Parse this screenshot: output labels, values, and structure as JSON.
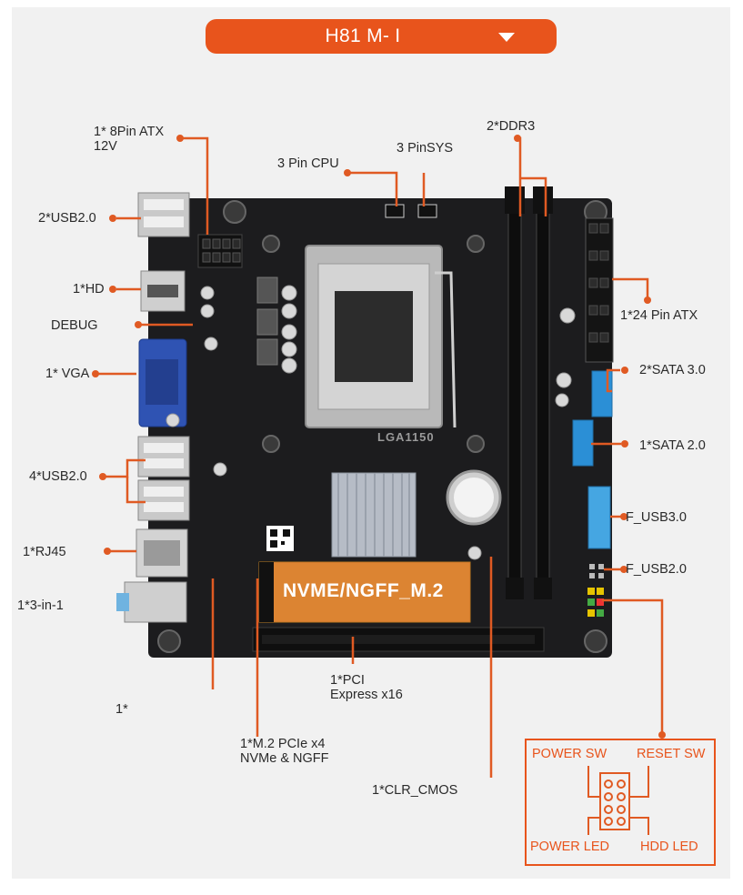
{
  "header": {
    "title": "H81 M- I",
    "accent_color": "#e8541c"
  },
  "labels": {
    "atx8_line1": "1* 8Pin ATX",
    "atx8_line2": "12V",
    "cpu_fan": "3 Pin CPU",
    "sys_fan": "3 PinSYS",
    "ddr3": "2*DDR3",
    "usb_top": "2*USB2.0",
    "hd": "1*HD",
    "debug": "DEBUG",
    "vga": "1* VGA",
    "usb_mid": "4*USB2.0",
    "rj45": "1*RJ45",
    "audio": "1*3-in-1",
    "atx24": "1*24 Pin ATX",
    "sata3": "2*SATA 3.0",
    "sata2": "1*SATA 2.0",
    "fusb3": "F_USB3.0",
    "fusb2": "F_USB2.0",
    "pci_line1": "1*PCI",
    "pci_line2": "Express x16",
    "one_star": "1*",
    "m2_line1": "1*M.2 PCIe x4",
    "m2_line2": "NVMe & NGFF",
    "clr_cmos": "1*CLR_CMOS"
  },
  "board": {
    "m2_slot_label": "NVME/NGFF_M.2",
    "socket_label": "LGA1150"
  },
  "legend": {
    "power_sw": "POWER SW",
    "reset_sw": "RESET SW",
    "power_led": "POWER LED",
    "hdd_led": "HDD  LED"
  }
}
